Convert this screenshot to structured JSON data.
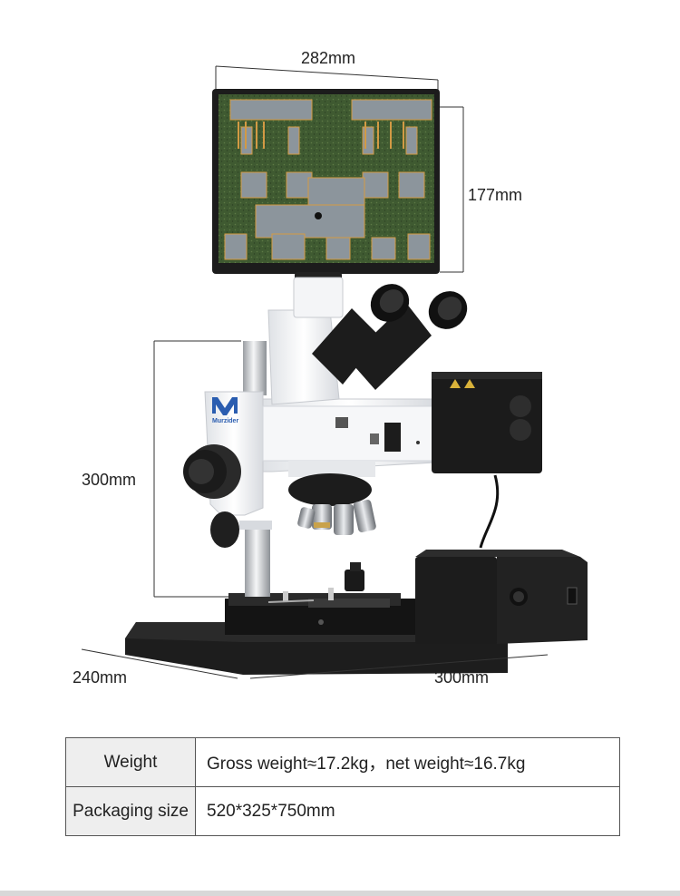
{
  "dimensions": {
    "screen_width": "282mm",
    "screen_height": "177mm",
    "microscope_height": "300mm",
    "base_depth": "240mm",
    "base_width": "300mm"
  },
  "brand": {
    "logo_text": "Murzider"
  },
  "specs": [
    {
      "label": "Weight",
      "value": "Gross weight≈17.2kg，net weight≈16.7kg"
    },
    {
      "label": "Packaging size",
      "value": "520*325*750mm"
    }
  ],
  "colors": {
    "body": "#f2f3f5",
    "black_parts": "#1b1b1b",
    "chip_green": "#3f5a31",
    "chip_pad": "#8c959c",
    "chip_gold": "#d39a44",
    "table_header_bg": "#eeeeee"
  }
}
